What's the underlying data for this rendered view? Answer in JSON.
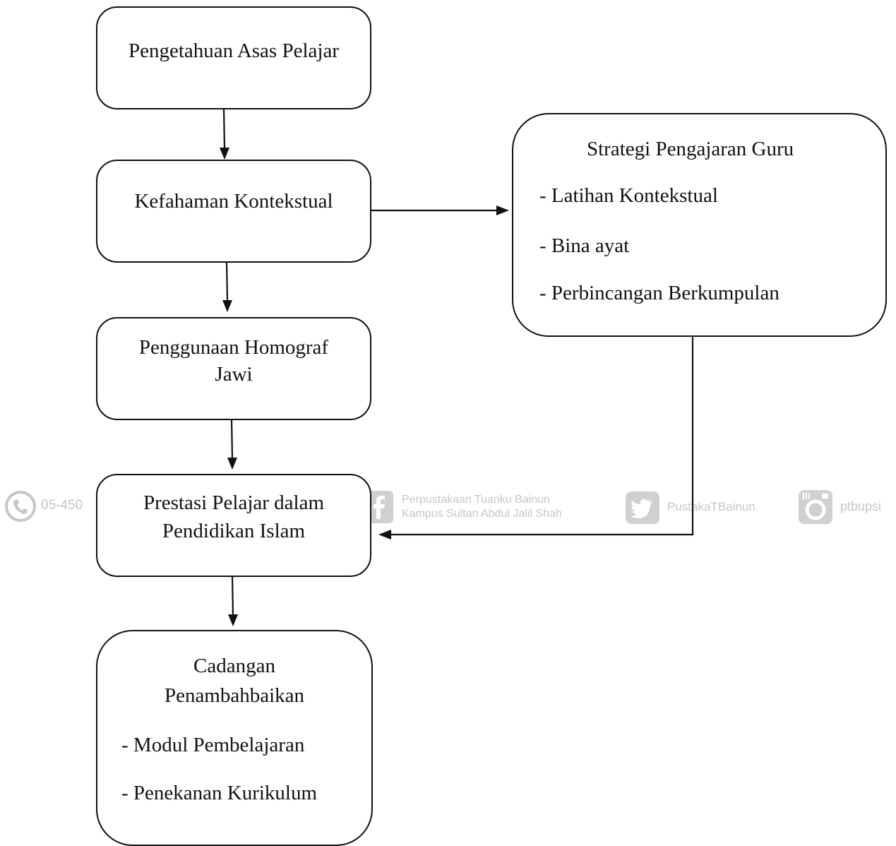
{
  "diagram": {
    "box1": {
      "title": "Pengetahuan Asas Pelajar"
    },
    "box2": {
      "title": "Kefahaman Kontekstual"
    },
    "box3": {
      "line1": "Penggunaan Homograf",
      "line2": "Jawi"
    },
    "box4": {
      "line1": "Prestasi Pelajar dalam",
      "line2": "Pendidikan Islam"
    },
    "box5": {
      "line1": "Cadangan",
      "line2": "Penambahbaikan",
      "items": [
        "- Modul Pembelajaran",
        "- Penekanan Kurikulum"
      ]
    },
    "box6": {
      "title": "Strategi Pengajaran Guru",
      "items": [
        "- Latihan Kontekstual",
        "- Bina ayat",
        "- Perbincangan Berkumpulan"
      ]
    }
  },
  "watermark": {
    "phone": "05-450",
    "library_line1": "Perpustakaan Tuanku Bainun",
    "library_line2": "Kampus Sultan Abdul Jalil Shah",
    "twitter": "PustakaTBainun",
    "instagram": "ptbupsi"
  }
}
